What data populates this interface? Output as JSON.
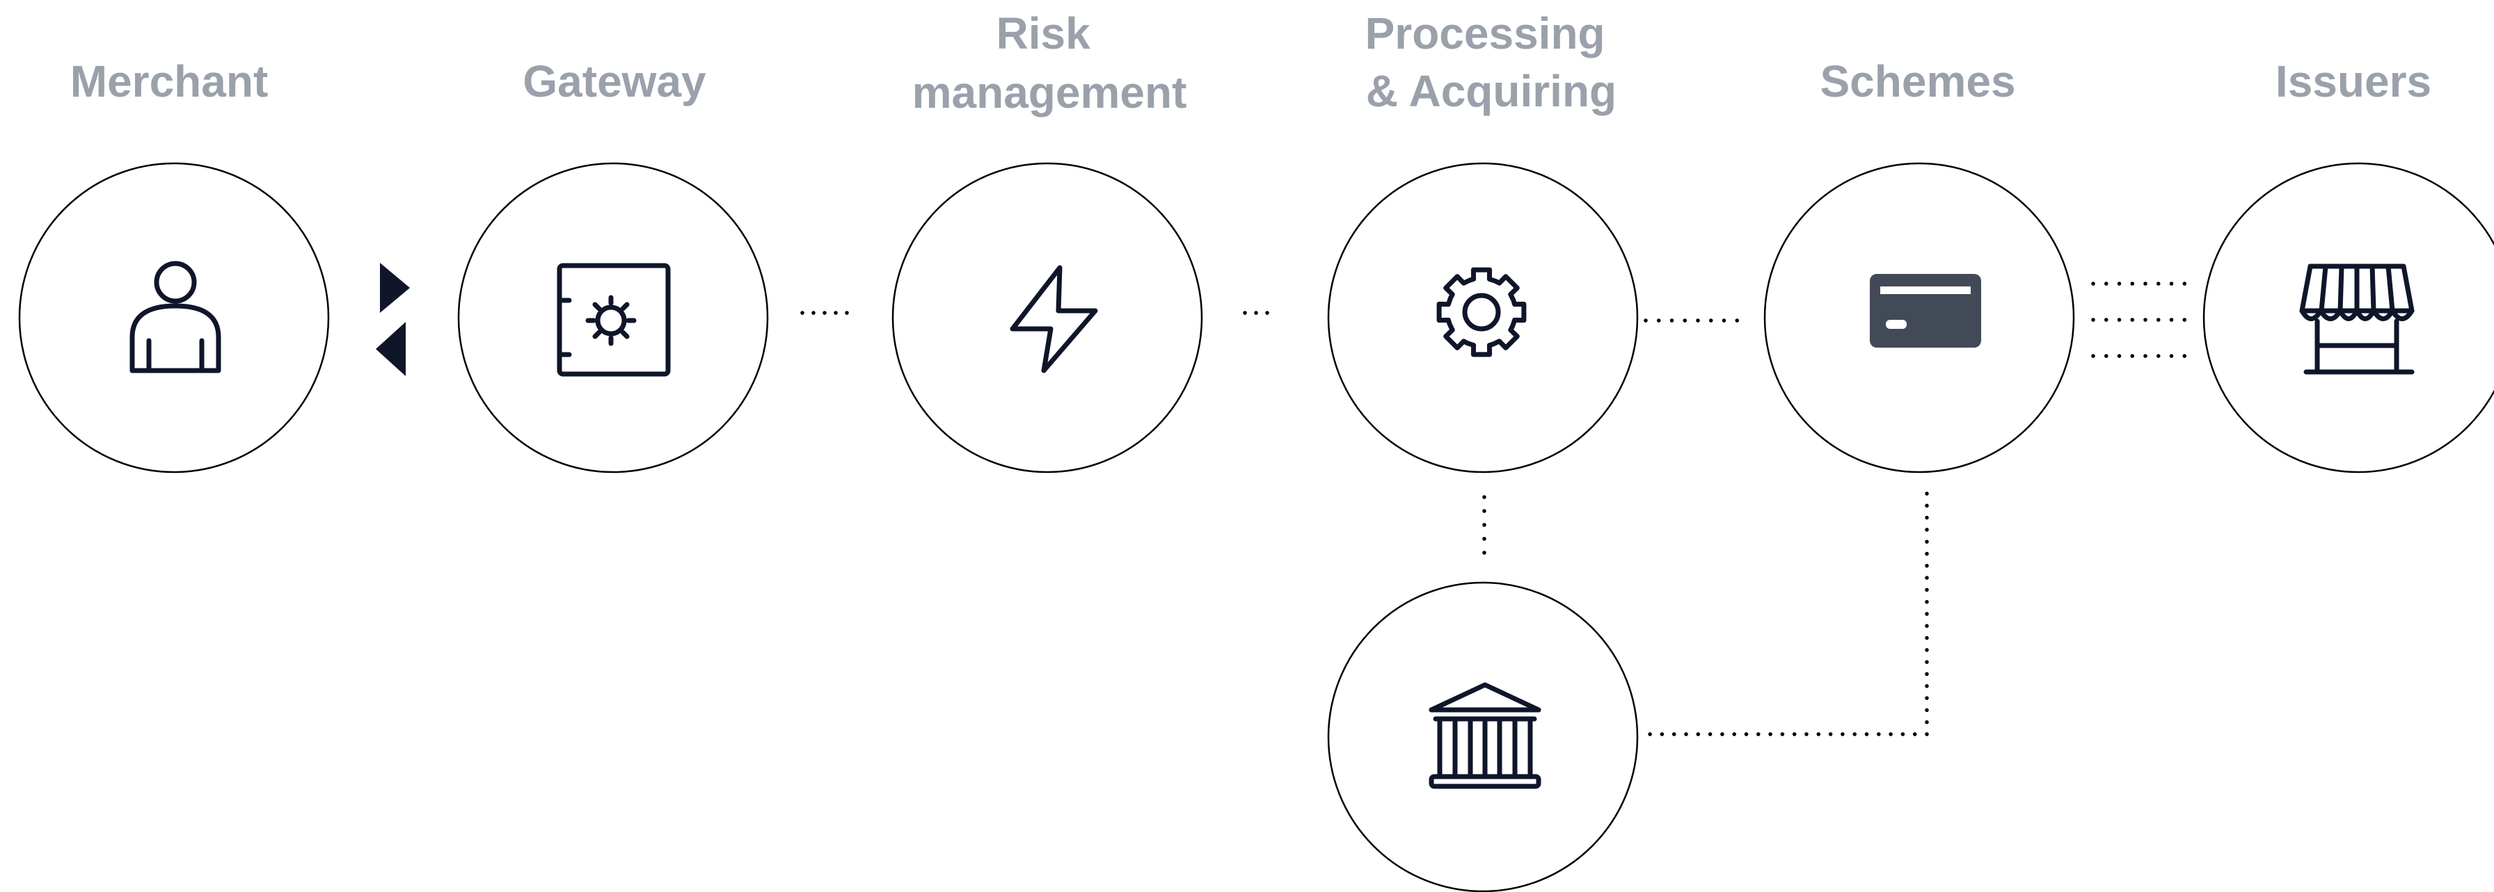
{
  "colors": {
    "label": "#9aa1ab",
    "icon": "#0f1629",
    "card_fill": "#424a57",
    "outline": "#000000",
    "background": "#ffffff"
  },
  "stages": [
    {
      "id": "merchant",
      "label_lines": [
        "Merchant"
      ],
      "icon": "person-icon"
    },
    {
      "id": "gateway",
      "label_lines": [
        "Gateway"
      ],
      "icon": "safe-icon"
    },
    {
      "id": "risk",
      "label_lines": [
        "Risk",
        "management"
      ],
      "icon": "lightning-bolt-icon"
    },
    {
      "id": "processing",
      "label_lines": [
        "Processing",
        "& Acquiring"
      ],
      "icon": "gear-icon"
    },
    {
      "id": "schemes",
      "label_lines": [
        "Schemes"
      ],
      "icon": "credit-card-icon"
    },
    {
      "id": "issuers",
      "label_lines": [
        "Issuers"
      ],
      "icon": "storefront-icon"
    }
  ],
  "extra_nodes": [
    {
      "id": "bank",
      "icon": "bank-icon"
    }
  ],
  "connections": [
    {
      "from": "merchant",
      "to": "gateway",
      "style": "bidirectional-arrows"
    },
    {
      "from": "gateway",
      "to": "risk",
      "style": "dotted"
    },
    {
      "from": "risk",
      "to": "processing",
      "style": "dotted"
    },
    {
      "from": "processing",
      "to": "schemes",
      "style": "dotted"
    },
    {
      "from": "schemes",
      "to": "issuers",
      "style": "triple-dotted"
    },
    {
      "from": "processing",
      "to": "bank",
      "style": "dotted"
    },
    {
      "from": "schemes",
      "to": "bank",
      "style": "dotted-elbow"
    }
  ]
}
